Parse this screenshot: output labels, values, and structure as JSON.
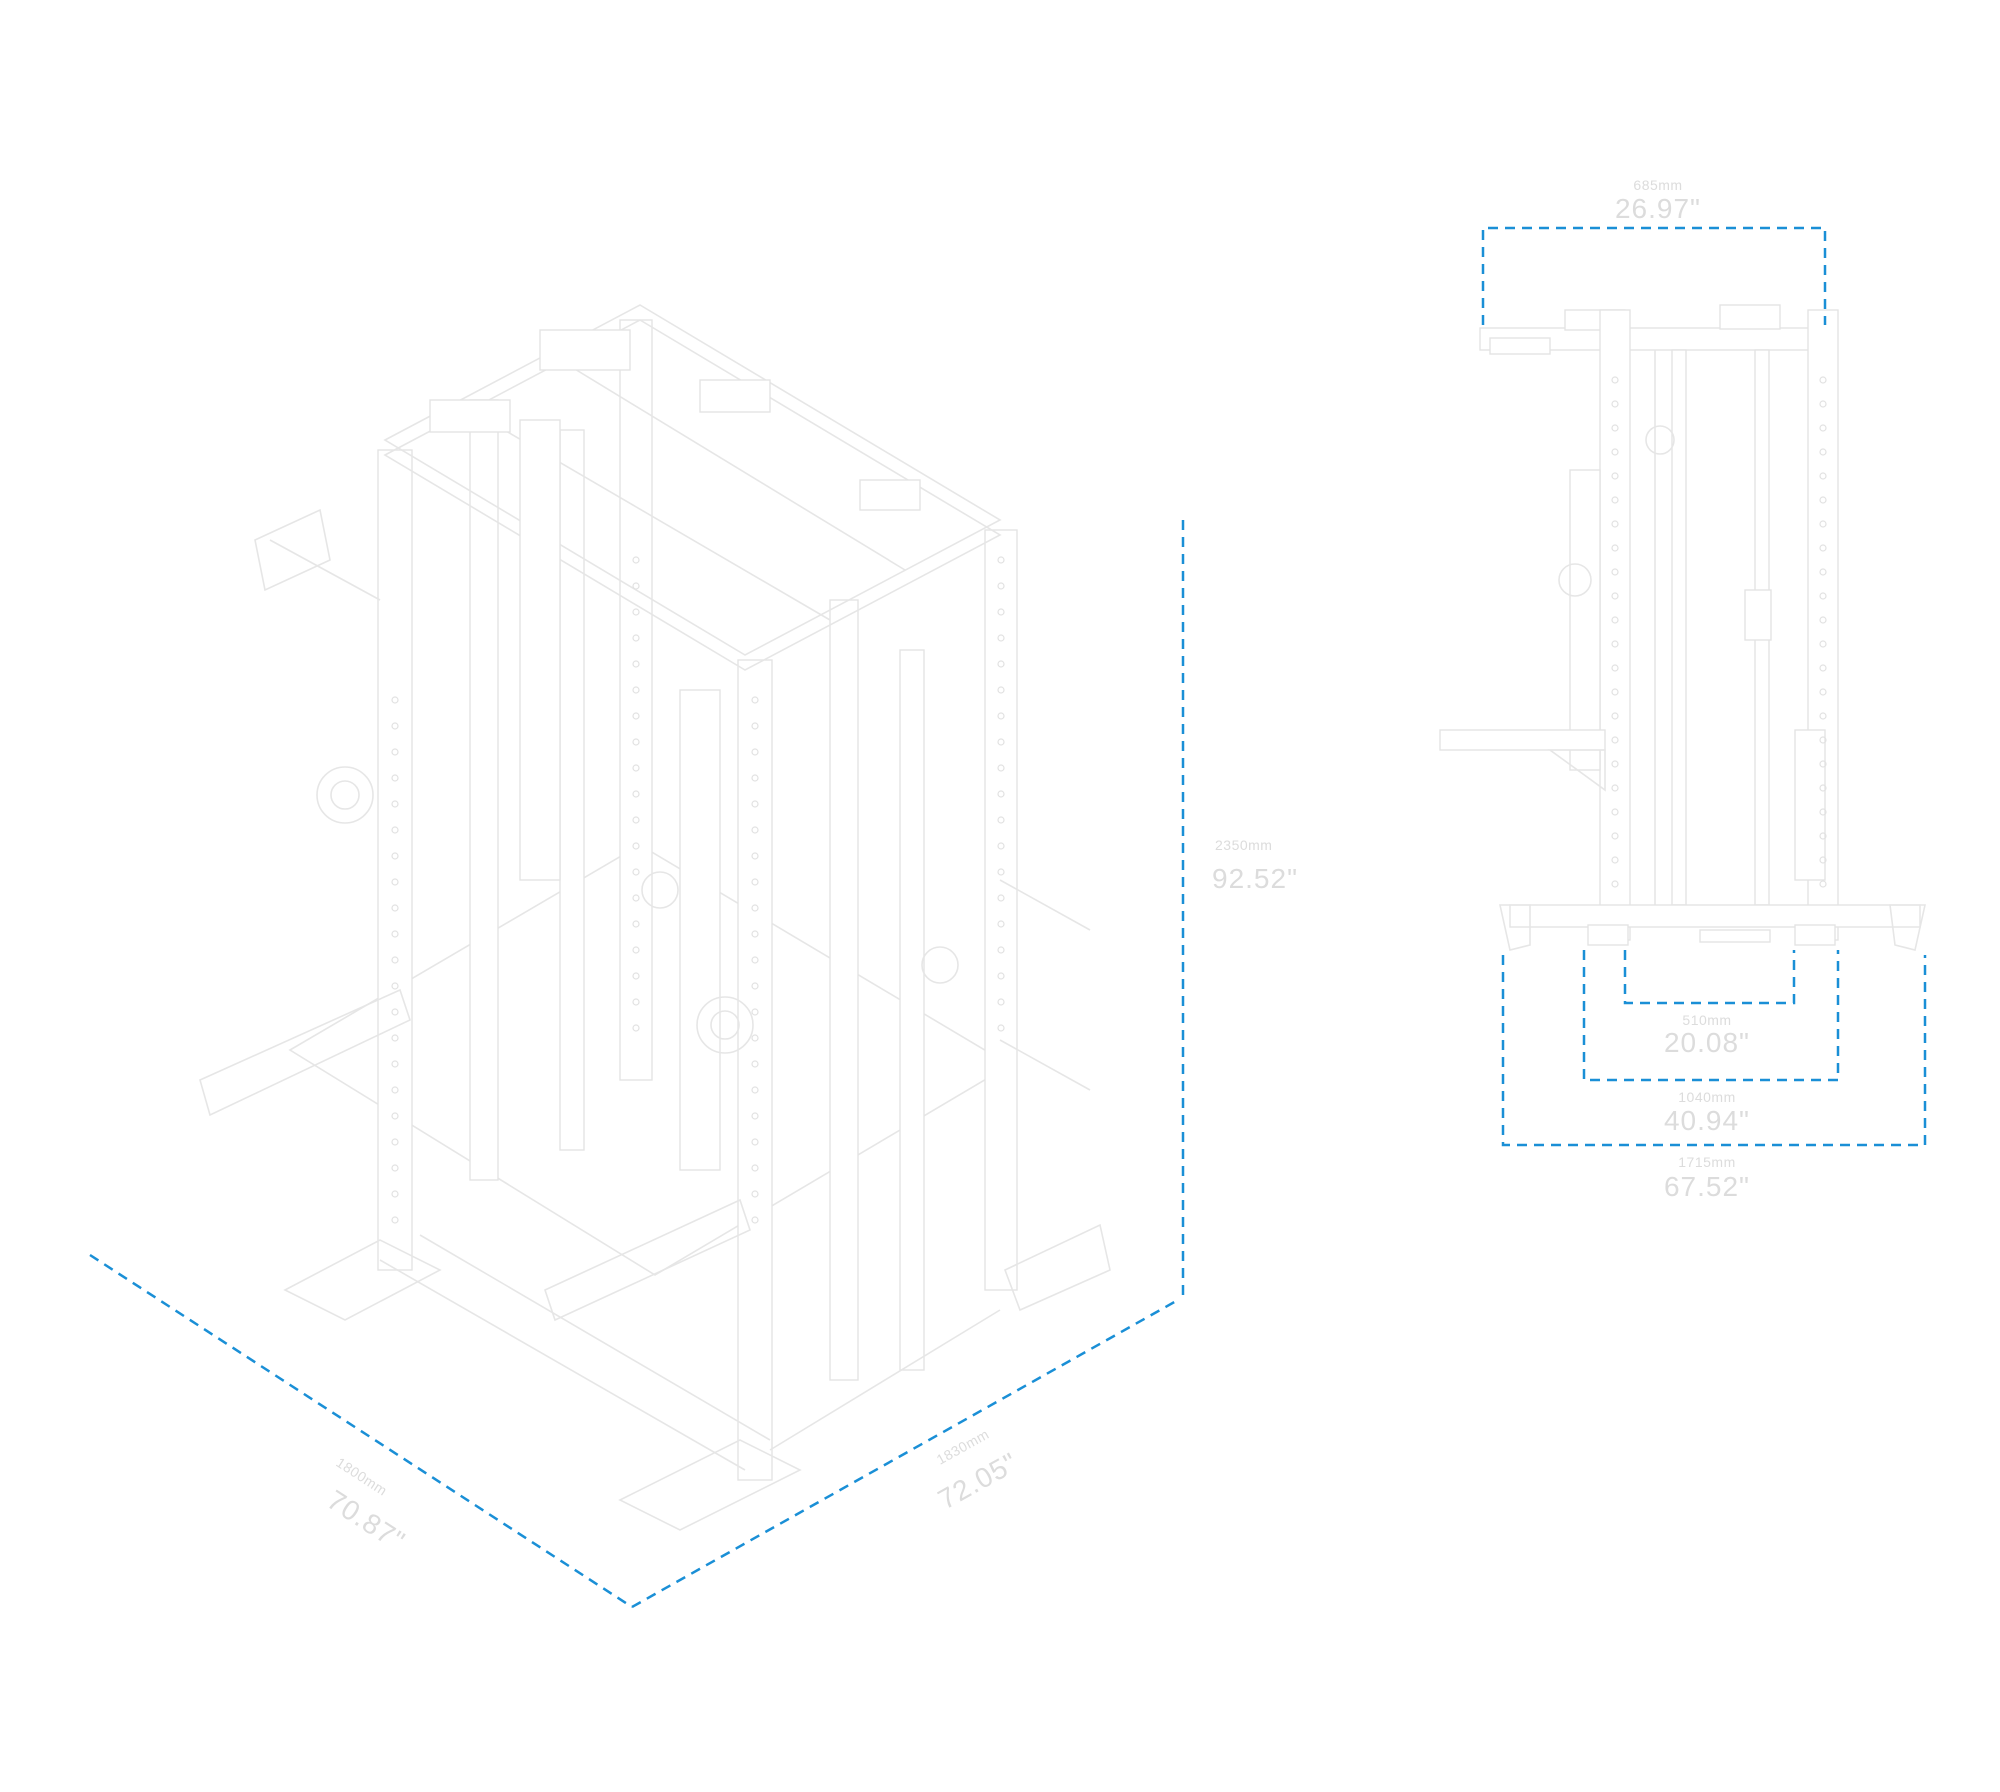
{
  "diagram": {
    "colors": {
      "dimension_line": "#1a8fd6",
      "frame_line": "#e6e6e6",
      "background": "#ffffff"
    },
    "iso_view": {
      "height_label_mm": "2350mm",
      "height_label_in": "92.52\"",
      "width_label_mm": "1800mm",
      "width_label_in": "70.87\"",
      "depth_label_mm": "1830mm",
      "depth_label_in": "72.05\""
    },
    "side_view": {
      "top_label_mm": "685mm",
      "top_label_in": "26.97\"",
      "inner_label_mm": "510mm",
      "inner_label_in": "20.08\"",
      "middle_label_mm": "1040mm",
      "middle_label_in": "40.94\"",
      "outer_label_mm": "1715mm",
      "outer_label_in": "67.52\""
    }
  }
}
